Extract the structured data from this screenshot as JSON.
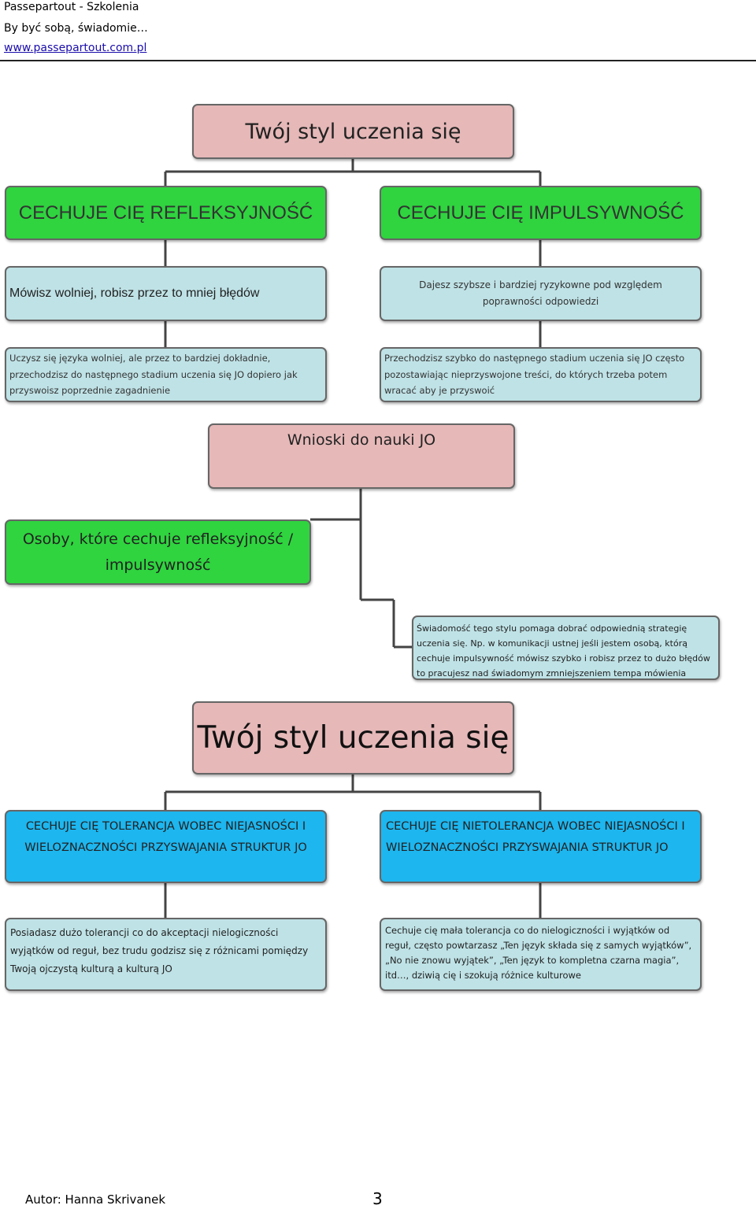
{
  "header": {
    "line1": "Passepartout - Szkolenia",
    "line2": "By być sobą, świadomie…",
    "link": "www.passepartout.com.pl"
  },
  "diagram1": {
    "root": "Twój styl uczenia się",
    "left": {
      "category": "CECHUJE CIĘ REFLEKSYJNOŚĆ",
      "detail1": "Mówisz wolniej, robisz przez to mniej błędów",
      "detail2": "Uczysz się języka wolniej, ale przez to bardziej dokładnie, przechodzisz do następnego stadium uczenia się JO dopiero jak przyswoisz poprzednie zagadnienie"
    },
    "right": {
      "category": "CECHUJE CIĘ IMPULSYWNOŚĆ",
      "detail1": "Dajesz szybsze i bardziej ryzykowne pod względem poprawności odpowiedzi",
      "detail2": "Przechodzisz szybko do następnego stadium uczenia się JO często pozostawiając nieprzyswojone treści, do których trzeba potem wracać aby je przyswoić"
    }
  },
  "conclusions": {
    "root": "Wnioski do nauki JO",
    "group": "Osoby, które cechuje refleksyjność / impulsywność",
    "note": "Świadomość tego stylu pomaga dobrać odpowiednią strategię uczenia się. Np. w komunikacji ustnej jeśli jestem osobą, którą cechuje impulsywność mówisz szybko i robisz przez to dużo błędów to pracujesz nad świadomym zmniejszeniem tempa mówienia"
  },
  "diagram2": {
    "root": "Twój styl uczenia się",
    "left": {
      "category": "CECHUJE CIĘ TOLERANCJA WOBEC NIEJASNOŚCI I WIELOZNACZNOŚCI PRZYSWAJANIA STRUKTUR JO",
      "detail": "Posiadasz dużo tolerancji co do akceptacji nielogiczności wyjątków od reguł, bez trudu godzisz się z różnicami pomiędzy Twoją ojczystą kulturą a kulturą JO"
    },
    "right": {
      "category": "CECHUJE CIĘ NIETOLERANCJA WOBEC NIEJASNOŚCI I WIELOZNACZNOŚCI PRZYSWAJANIA STRUKTUR JO",
      "detail": "Cechuje cię mała tolerancja co do nielogiczności i wyjątków od reguł, często powtarzasz „Ten język składa się z samych wyjątków”, „No nie znowu wyjątek”, „Ten język to kompletna czarna magia”, itd…, dziwią cię i szokują różnice kulturowe"
    }
  },
  "footer": {
    "author": "Autor: Hanna Skrivanek",
    "page": "3"
  },
  "colors": {
    "root_box": "#e6b8b8",
    "category_box": "#2fd43f",
    "detail_box": "#bfe2e6",
    "category_box_2": "#1db6ef"
  }
}
